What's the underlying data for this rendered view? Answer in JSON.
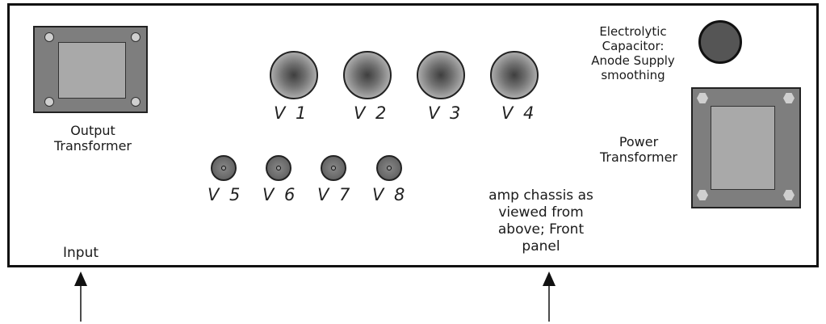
{
  "labels": {
    "output_transformer": "Output Transformer",
    "power_transformer": "Power Transformer",
    "electrolytic_capacitor": "Electrolytic Capacitor: Anode Supply smoothing",
    "input": "Input",
    "chassis_note": "amp chassis as viewed from above; Front panel"
  },
  "tubes": {
    "large": [
      "V 1",
      "V 2",
      "V 3",
      "V 4"
    ],
    "small": [
      "V 5",
      "V 6",
      "V 7",
      "V 8"
    ]
  },
  "colors": {
    "outline": "#111111",
    "transformer_body": "#7e7e7e",
    "transformer_core": "#a9a9a9",
    "capacitor": "#555555"
  },
  "icons": {
    "arrow": "up-arrow-icon"
  }
}
